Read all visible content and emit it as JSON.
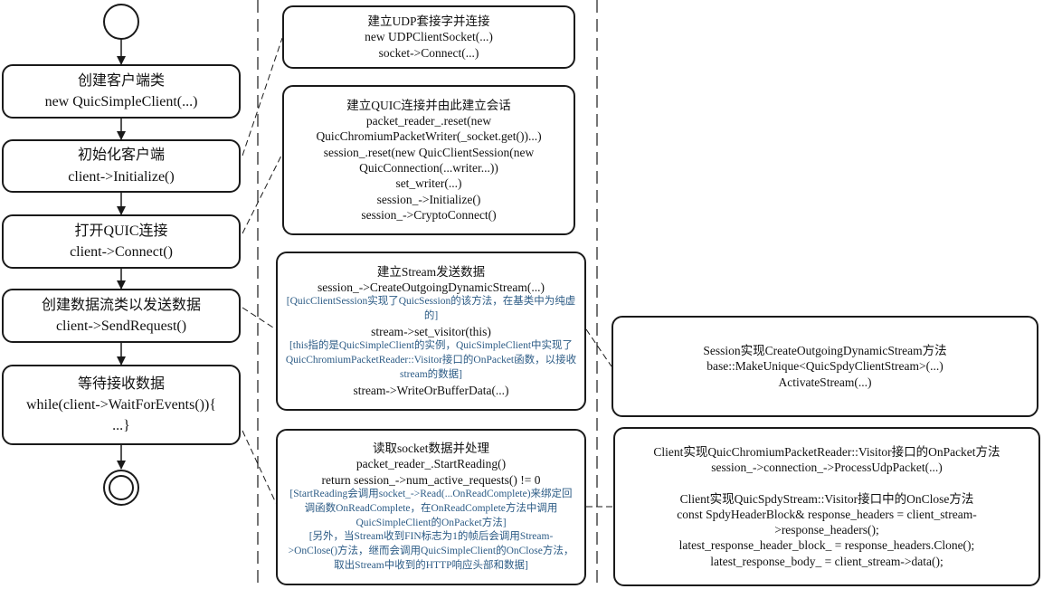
{
  "activity": [
    {
      "title": "创建客户端类",
      "code": "new QuicSimpleClient(...)"
    },
    {
      "title": "初始化客户端",
      "code": "client->Initialize()"
    },
    {
      "title": "打开QUIC连接",
      "code": "client->Connect()"
    },
    {
      "title": "创建数据流类以发送数据",
      "code": "client->SendRequest()"
    },
    {
      "title": "等待接收数据",
      "code": "while(client->WaitForEvents()){",
      "code2": "...}"
    }
  ],
  "details": {
    "udp": {
      "title": "建立UDP套接字并连接",
      "lines": [
        "new UDPClientSocket(...)",
        "socket->Connect(...)"
      ]
    },
    "quic": {
      "title": "建立QUIC连接并由此建立会话",
      "lines": [
        "packet_reader_.reset(new",
        "QuicChromiumPacketWriter(_socket.get())...)",
        "session_.reset(new QuicClientSession(new",
        "QuicConnection(...writer...))",
        "set_writer(...)",
        "session_->Initialize()",
        "session_->CryptoConnect()"
      ]
    },
    "stream": {
      "title": "建立Stream发送数据",
      "line1": "session_->CreateOutgoingDynamicStream(...)",
      "note1": "[QuicClientSession实现了QuicSession的该方法，在基类中为纯虚的]",
      "line2": "stream->set_visitor(this)",
      "note2": "[this指的是QuicSimpleClient的实例，QuicSimpleClient中实现了QuicChromiumPacketReader::Visitor接口的OnPacket函数，以接收stream的数据]",
      "line3": "stream->WriteOrBufferData(...)"
    },
    "read": {
      "title": "读取socket数据并处理",
      "line1": "packet_reader_.StartReading()",
      "line2": "return session_->num_active_requests() != 0",
      "note1": "[StartReading会调用socket_->Read(...OnReadComplete)来绑定回调函数OnReadComplete，在OnReadComplete方法中调用QuicSimpleClient的OnPacket方法]",
      "note2": "[另外，当Stream收到FIN标志为1的帧后会调用Stream->OnClose()方法，继而会调用QuicSimpleClient的OnClose方法，取出Stream中收到的HTTP响应头部和数据]"
    },
    "session_impl": {
      "title": "Session实现CreateOutgoingDynamicStream方法",
      "lines": [
        "base::MakeUnique<QuicSpdyClientStream>(...)",
        "ActivateStream(...)"
      ]
    },
    "client_impl": {
      "title1": "Client实现QuicChromiumPacketReader::Visitor接口的OnPacket方法",
      "line1": "session_->connection_->ProcessUdpPacket(...)",
      "title2": "Client实现QuicSpdyStream::Visitor接口中的OnClose方法",
      "line2": "const SpdyHeaderBlock& response_headers = client_stream-",
      "line3": ">response_headers();",
      "line4": "latest_response_header_block_ = response_headers.Clone();",
      "line5": "latest_response_body_ = client_stream->data();"
    }
  },
  "colors": {
    "stroke": "#1a1a1a",
    "note": "#2d5c86"
  }
}
